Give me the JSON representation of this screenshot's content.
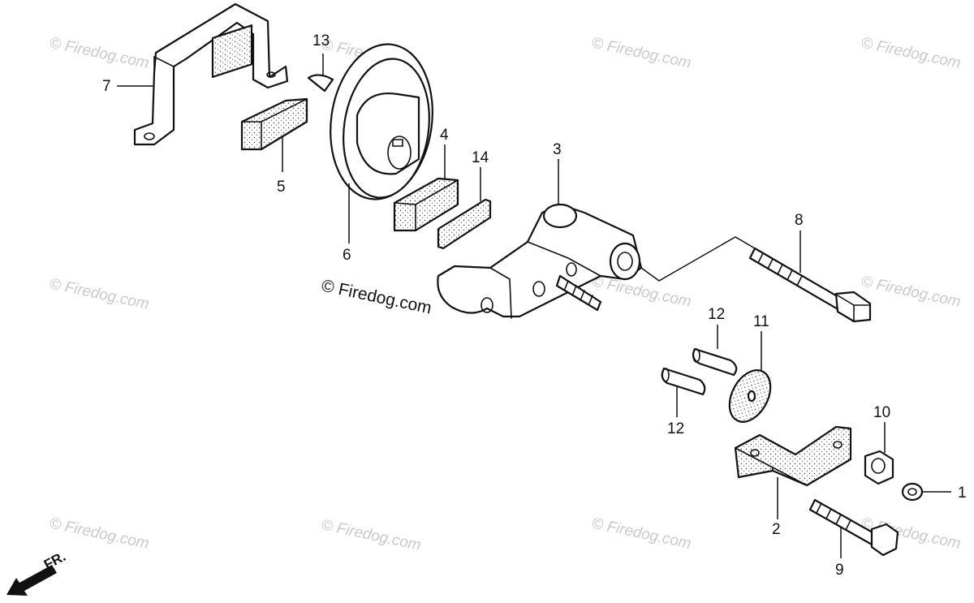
{
  "callouts": {
    "c1": "1",
    "c2": "2",
    "c3": "3",
    "c4": "4",
    "c5": "5",
    "c6": "6",
    "c7": "7",
    "c8": "8",
    "c9": "9",
    "c10": "10",
    "c11": "11",
    "c12a": "12",
    "c12b": "12",
    "c13": "13",
    "c14": "14"
  },
  "copyright": "© Firedog.com",
  "watermark": "© Firedog.com",
  "direction": "FR."
}
